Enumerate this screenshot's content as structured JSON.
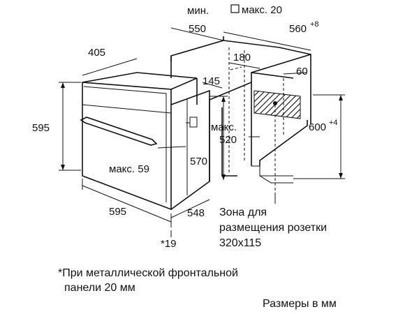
{
  "diagram": {
    "labels": {
      "min_label": "мин.",
      "min_550": "550",
      "max20": "макс. 20",
      "w560": "560",
      "w560_sup": "+8",
      "d405": "405",
      "d180": "180",
      "d145": "145",
      "d60": "60",
      "h595": "595",
      "max_label": "макс.",
      "max520": "520",
      "h600": "600",
      "h600_sup": "+4",
      "h570": "570",
      "max59": "макс. 59",
      "w595": "595",
      "d548": "548",
      "star19": "*19"
    },
    "socket_zone": {
      "line1": "Зона для",
      "line2": "размещения розетки",
      "line3": "320x115"
    },
    "footnote": {
      "line1": "*При металлической фронтальной",
      "line2": "панели 20 мм"
    },
    "units_note": "Размеры в мм"
  }
}
